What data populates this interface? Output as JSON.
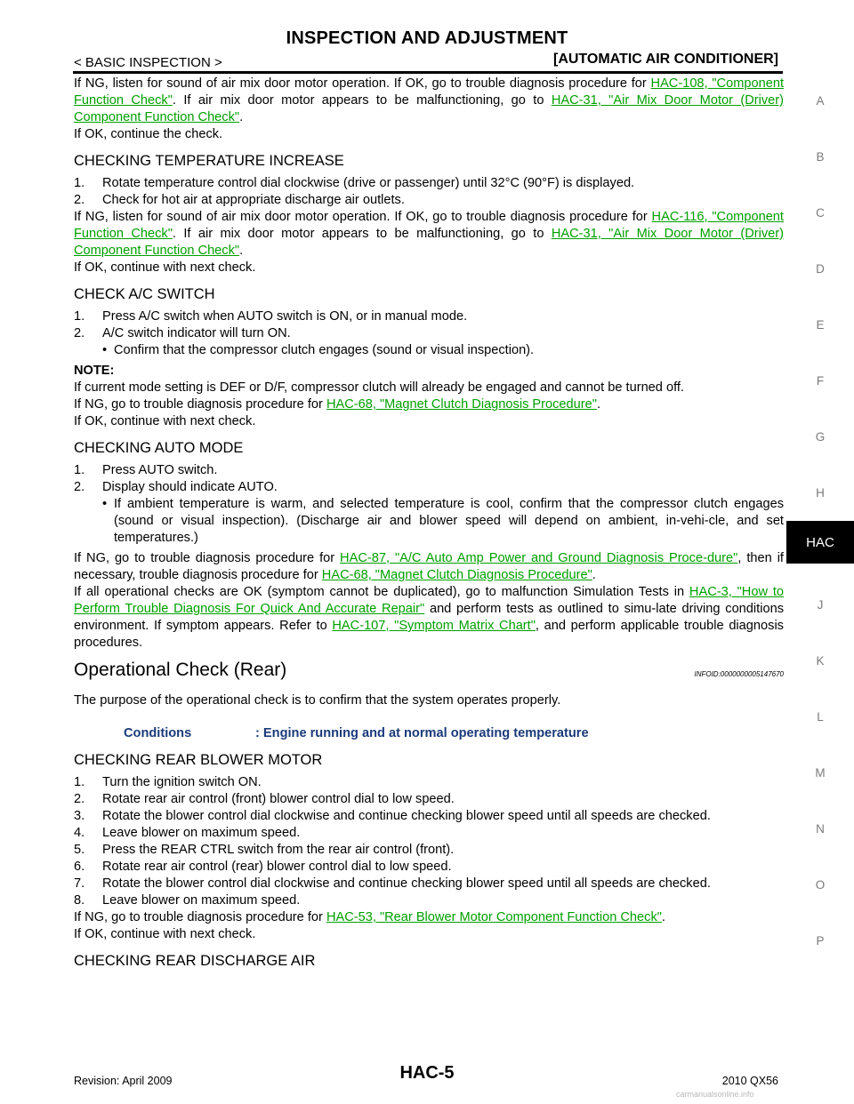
{
  "header": {
    "title": "INSPECTION AND ADJUSTMENT",
    "left": "< BASIC INSPECTION >",
    "right": "[AUTOMATIC AIR CONDITIONER]"
  },
  "intro": {
    "t1": "If NG, listen for sound of air mix door motor operation. If OK, go to trouble diagnosis procedure for ",
    "l1": "HAC-108, \"Component Function Check\"",
    "t2": ". If air mix door motor appears to be malfunctioning, go to ",
    "l2": "HAC-31, \"Air Mix Door Motor (Driver) Component Function Check\"",
    "t3": ".",
    "t4": "If OK, continue the check."
  },
  "temp_increase": {
    "heading": "CHECKING TEMPERATURE INCREASE",
    "s1n": "1.",
    "s1": "Rotate temperature control dial clockwise (drive or passenger) until 32°C (90°F) is displayed.",
    "s2n": "2.",
    "s2": "Check for hot air at appropriate discharge air outlets.",
    "t1": "If NG, listen for sound of air mix door motor operation. If OK, go to trouble diagnosis procedure for ",
    "l1": "HAC-116, \"Component Function Check\"",
    "t2": ". If air mix door motor appears to be malfunctioning, go to ",
    "l2": "HAC-31, \"Air Mix Door Motor (Driver) Component Function Check\"",
    "t3": ".",
    "t4": "If OK, continue with next check."
  },
  "ac_switch": {
    "heading": "CHECK A/C SWITCH",
    "s1n": "1.",
    "s1": "Press A/C switch when AUTO switch is ON, or in manual mode.",
    "s2n": "2.",
    "s2": "A/C switch indicator will turn ON.",
    "bullet": "Confirm that the compressor clutch engages (sound or visual inspection).",
    "note_label": "NOTE:",
    "note": "If current mode setting is DEF or D/F, compressor clutch will already be engaged and cannot be turned off.",
    "t1": "If NG, go to trouble diagnosis procedure for ",
    "l1": "HAC-68, \"Magnet Clutch Diagnosis Procedure\"",
    "t2": ".",
    "t3": "If OK, continue with next check."
  },
  "auto_mode": {
    "heading": "CHECKING AUTO MODE",
    "s1n": "1.",
    "s1": "Press AUTO switch.",
    "s2n": "2.",
    "s2": "Display should indicate AUTO.",
    "bullet": "If ambient temperature is warm, and selected temperature is cool, confirm that the compressor clutch engages (sound or visual inspection). (Discharge air and blower speed will depend on ambient, in-vehi-cle, and set temperatures.)",
    "t1": "If NG, go to trouble diagnosis procedure for ",
    "l1": "HAC-87, \"A/C Auto Amp Power and Ground Diagnosis Proce-dure\"",
    "t2": ", then if necessary, trouble diagnosis procedure for ",
    "l2": "HAC-68, \"Magnet Clutch Diagnosis Procedure\"",
    "t3": ".",
    "t4": "If all operational checks are OK (symptom cannot be duplicated), go to malfunction Simulation Tests in ",
    "l3": "HAC-3, \"How to Perform Trouble Diagnosis For Quick And Accurate Repair\"",
    "t5": " and perform tests as outlined to simu-late driving conditions environment. If symptom appears. Refer to ",
    "l4": "HAC-107, \"Symptom Matrix Chart\"",
    "t6": ", and perform applicable trouble diagnosis procedures."
  },
  "op_rear": {
    "heading": "Operational Check (Rear)",
    "infoid": "INFOID:0000000005147670",
    "purpose": "The purpose of the operational check is to confirm that the system operates properly.",
    "cond_key": "Conditions",
    "cond_val": ": Engine running and at normal operating temperature"
  },
  "rear_blower": {
    "heading": "CHECKING REAR BLOWER MOTOR",
    "steps": [
      {
        "n": "1.",
        "t": "Turn the ignition switch ON."
      },
      {
        "n": "2.",
        "t": "Rotate rear air control (front) blower control dial to low speed."
      },
      {
        "n": "3.",
        "t": "Rotate the blower control dial clockwise and continue checking blower speed until all speeds are checked."
      },
      {
        "n": "4.",
        "t": "Leave blower on maximum speed."
      },
      {
        "n": "5.",
        "t": "Press the REAR CTRL switch from the rear air control (front)."
      },
      {
        "n": "6.",
        "t": "Rotate rear air control (rear) blower control dial to low speed."
      },
      {
        "n": "7.",
        "t": "Rotate the blower control dial clockwise and continue checking blower speed until all speeds are checked."
      },
      {
        "n": "8.",
        "t": "Leave blower on maximum speed."
      }
    ],
    "t1": "If NG, go to trouble diagnosis procedure for ",
    "l1": "HAC-53, \"Rear Blower Motor Component Function Check\"",
    "t2": ".",
    "t3": "If OK, continue with next check."
  },
  "rear_discharge": {
    "heading": "CHECKING REAR DISCHARGE AIR"
  },
  "side_index": [
    "A",
    "B",
    "C",
    "D",
    "E",
    "F",
    "G",
    "H",
    "HAC",
    "J",
    "K",
    "L",
    "M",
    "N",
    "O",
    "P"
  ],
  "footer": {
    "revision": "Revision: April 2009",
    "page": "HAC-5",
    "model": "2010 QX56",
    "watermark": "carmanualsonline.info"
  }
}
